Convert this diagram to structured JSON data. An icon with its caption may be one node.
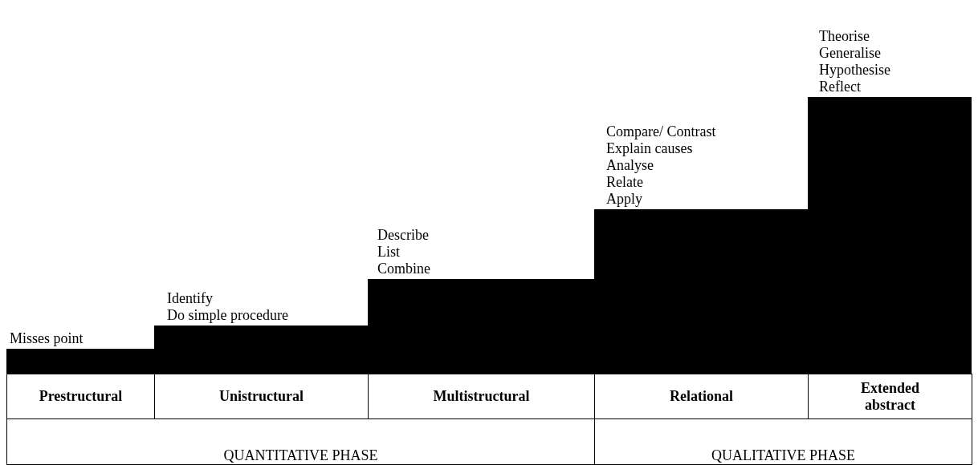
{
  "diagram": {
    "nodes": [
      {
        "text": [
          "Misses point"
        ]
      },
      {
        "text": [
          "Identify",
          "Do simple procedure"
        ]
      },
      {
        "text": [
          "Describe",
          "List",
          "Combine"
        ]
      },
      {
        "text": [
          "Compare/ Contrast",
          "Explain causes",
          "Analyse",
          "Relate",
          "Apply"
        ]
      },
      {
        "text": [
          "Theorise",
          "Generalise",
          "Hypothesise",
          "Reflect"
        ]
      }
    ],
    "labels": [
      "Prestructural",
      "Unistructural",
      "Multistructural",
      "Relational",
      "Extended abstract",
      "QUANTITATIVE PHASE",
      "QUALITATIVE PHASE"
    ]
  }
}
